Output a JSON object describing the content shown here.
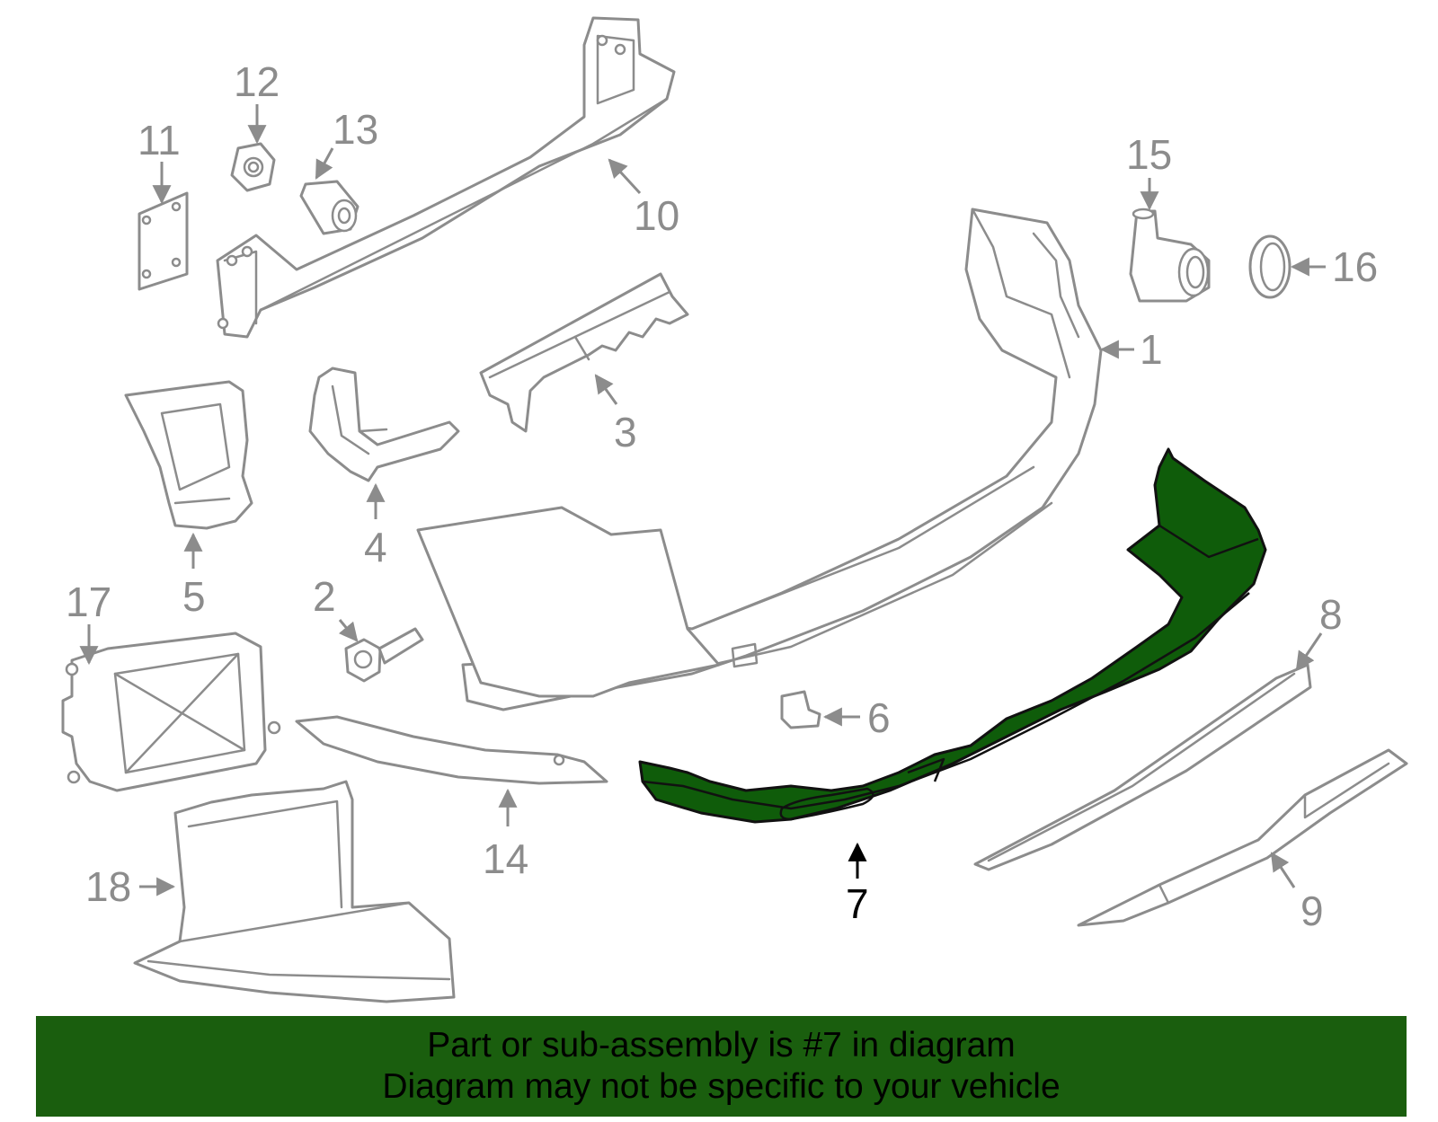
{
  "callouts": {
    "p1": "1",
    "p2": "2",
    "p3": "3",
    "p4": "4",
    "p5": "5",
    "p6": "6",
    "p7": "7",
    "p8": "8",
    "p9": "9",
    "p10": "10",
    "p11": "11",
    "p12": "12",
    "p13": "13",
    "p14": "14",
    "p15": "15",
    "p16": "16",
    "p17": "17",
    "p18": "18"
  },
  "highlight": {
    "part_number": "7",
    "color": "#0f5c0a",
    "line_color": "#8c8c8c"
  },
  "banner": {
    "line1": "Part or sub-assembly is #7 in diagram",
    "line2": "Diagram may not be specific to your vehicle",
    "background": "#1a5e0e"
  }
}
